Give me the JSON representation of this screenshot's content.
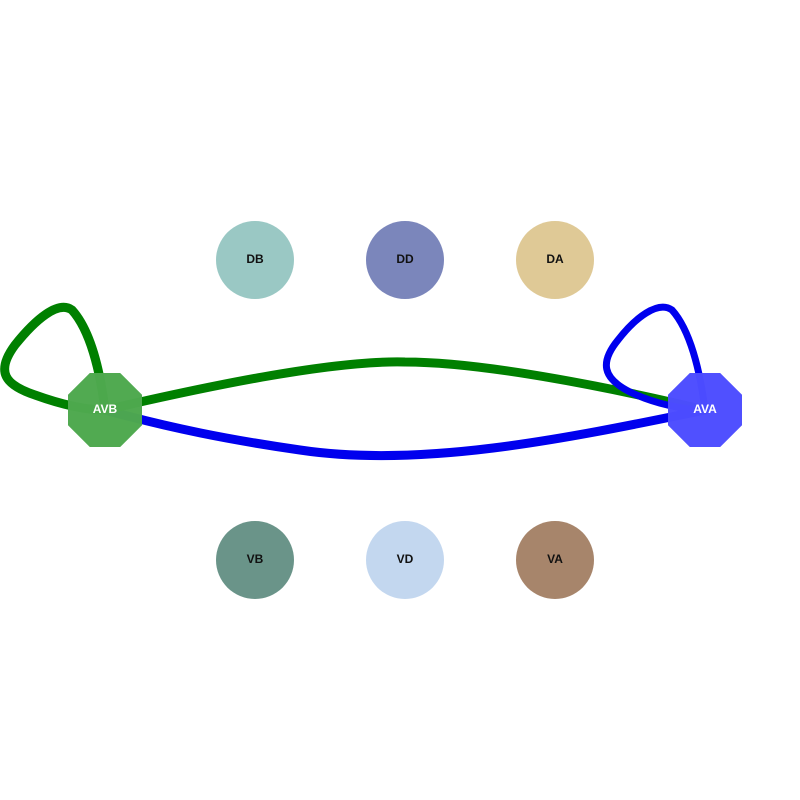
{
  "nodes": {
    "db": {
      "label": "DB",
      "color": "#9ac8c4",
      "text_color": "#111111",
      "shape": "circle"
    },
    "dd": {
      "label": "DD",
      "color": "#7b86bb",
      "text_color": "#111111",
      "shape": "circle"
    },
    "da": {
      "label": "DA",
      "color": "#dfc996",
      "text_color": "#111111",
      "shape": "circle"
    },
    "avb": {
      "label": "AVB",
      "color": "#4ea84e",
      "text_color": "#ffffff",
      "shape": "octagon"
    },
    "ava": {
      "label": "AVA",
      "color": "#4c4cff",
      "text_color": "#ffffff",
      "shape": "octagon"
    },
    "vb": {
      "label": "VB",
      "color": "#6a9489",
      "text_color": "#111111",
      "shape": "circle"
    },
    "vd": {
      "label": "VD",
      "color": "#c3d7ef",
      "text_color": "#111111",
      "shape": "circle"
    },
    "va": {
      "label": "VA",
      "color": "#a7856b",
      "text_color": "#111111",
      "shape": "circle"
    }
  },
  "edges": [
    {
      "id": "avb-self",
      "from": "AVB",
      "to": "AVB",
      "color": "#008000"
    },
    {
      "id": "avb-ava",
      "from": "AVB",
      "to": "AVA",
      "color": "#008000"
    },
    {
      "id": "ava-self",
      "from": "AVA",
      "to": "AVA",
      "color": "#0000ee"
    },
    {
      "id": "ava-avb",
      "from": "AVA",
      "to": "AVB",
      "color": "#0000ee"
    }
  ]
}
